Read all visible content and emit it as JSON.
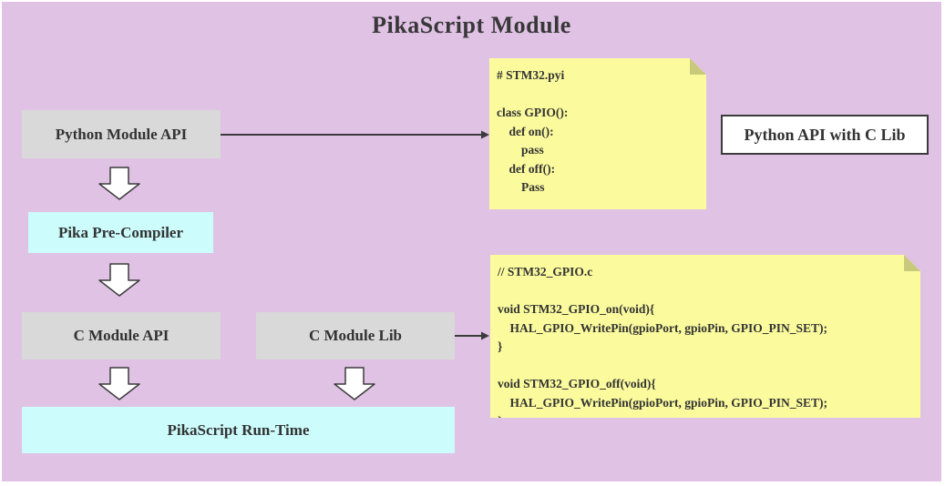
{
  "title": "PikaScript Module",
  "colors": {
    "panel": "#e0c2e5",
    "box_gray": "#d9d9d9",
    "box_cyan": "#ccfcfc",
    "box_white": "#ffffff",
    "note_yellow": "#fbfb9e",
    "note_fold": "#c9c97c",
    "line": "#3b3b3b",
    "text": "#333333"
  },
  "boxes": {
    "python_module_api": "Python Module API",
    "pika_pre_compiler": "Pika Pre-Compiler",
    "c_module_api": "C Module API",
    "c_module_lib": "C Module Lib",
    "pikascript_runtime": "PikaScript Run-Time",
    "python_api_with_c_lib": "Python API with C Lib"
  },
  "notes": {
    "stm32_pyi": [
      "# STM32.pyi",
      "",
      "class GPIO():",
      "    def on():",
      "        pass",
      "    def off():",
      "        Pass"
    ],
    "stm32_gpio_c": [
      "// STM32_GPIO.c",
      "",
      "void STM32_GPIO_on(void){",
      "    HAL_GPIO_WritePin(gpioPort, gpioPin, GPIO_PIN_SET);",
      "}",
      "",
      "void STM32_GPIO_off(void){",
      "    HAL_GPIO_WritePin(gpioPort, gpioPin, GPIO_PIN_SET);",
      "}"
    ]
  }
}
